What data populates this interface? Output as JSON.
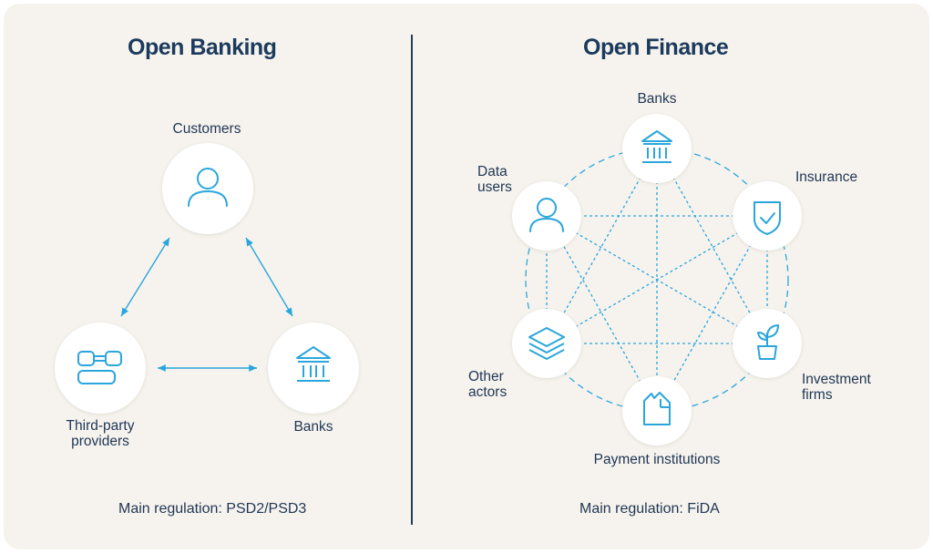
{
  "open_banking": {
    "title": "Open Banking",
    "nodes": {
      "customers": {
        "label": "Customers",
        "icon": "person-icon"
      },
      "third_party": {
        "label_line1": "Third-party",
        "label_line2": "providers",
        "icon": "connected-blocks-icon"
      },
      "banks": {
        "label": "Banks",
        "icon": "bank-building-icon"
      }
    },
    "regulation": "Main regulation: PSD2/PSD3"
  },
  "open_finance": {
    "title": "Open Finance",
    "nodes": {
      "banks": {
        "label": "Banks",
        "icon": "bank-building-icon"
      },
      "insurance": {
        "label": "Insurance",
        "icon": "shield-check-icon"
      },
      "investment": {
        "label_line1": "Investment",
        "label_line2": "firms",
        "icon": "plant-pot-icon"
      },
      "payment": {
        "label": "Payment institutions",
        "icon": "building-icon"
      },
      "other": {
        "label_line1": "Other",
        "label_line2": "actors",
        "icon": "layers-icon"
      },
      "data_users": {
        "label_line1": "Data",
        "label_line2": "users",
        "icon": "person-icon"
      }
    },
    "regulation": "Main regulation: FiDA"
  },
  "colors": {
    "background": "#f6f3ee",
    "node_fill": "#ffffff",
    "accent": "#2aa6dc",
    "text": "#1f3654",
    "title": "#1b3a5c"
  }
}
